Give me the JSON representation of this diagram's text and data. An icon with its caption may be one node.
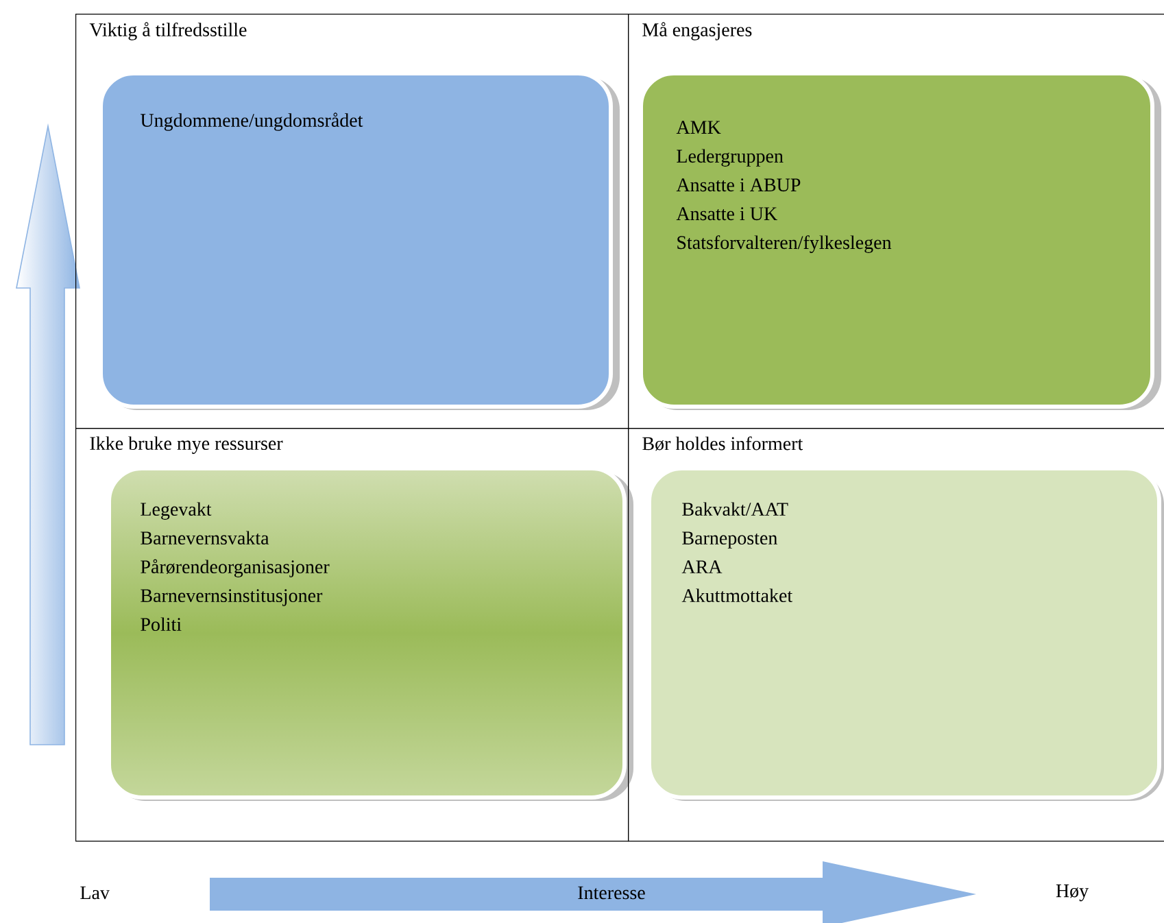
{
  "diagram": {
    "nodes": [
      {
        "text": [
          "Viktig å tilfredsstille"
        ]
      },
      {
        "text": [
          "Ungdommene/ungdomsrådet"
        ],
        "in": 0
      },
      {
        "text": [
          "Må engasjeres"
        ]
      },
      {
        "text": [
          "AMK",
          "Ledergruppen",
          "Ansatte i ABUP",
          "Ansatte i UK",
          "Statsforvalteren/fylkeslegen"
        ],
        "in": 2
      },
      {
        "text": [
          "Ikke bruke mye ressurser"
        ]
      },
      {
        "text": [
          "Legevakt",
          "Barnevernsvakta",
          "Pårørendeorganisasjoner",
          "Barnevernsinstitusjoner",
          "Politi"
        ],
        "in": 4
      },
      {
        "text": [
          "Bør holdes informert"
        ]
      },
      {
        "text": [
          "Bakvakt/AAT",
          "Barneposten",
          "ARA",
          "Akuttmottaket"
        ],
        "in": 6
      }
    ],
    "labels": [
      "Lav",
      "Interesse",
      "Høy"
    ]
  }
}
